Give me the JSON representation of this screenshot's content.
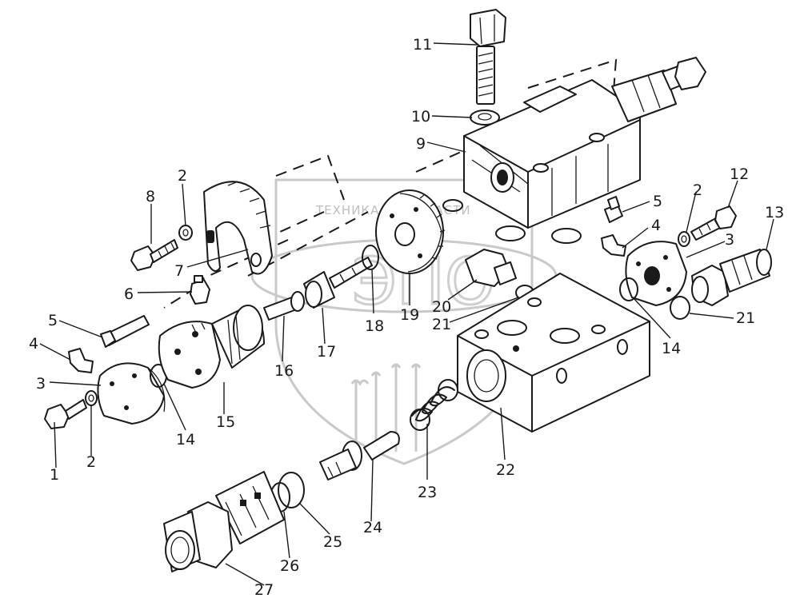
{
  "watermark": {
    "text": "ТЕХНИКА И ЗАПЧАСТИ",
    "logo": "ЭПО"
  },
  "labels": [
    {
      "id": "l1",
      "text": "1"
    },
    {
      "id": "l2a",
      "text": "2"
    },
    {
      "id": "l2b",
      "text": "2"
    },
    {
      "id": "l2c",
      "text": "2"
    },
    {
      "id": "l3a",
      "text": "3"
    },
    {
      "id": "l3b",
      "text": "3"
    },
    {
      "id": "l4a",
      "text": "4"
    },
    {
      "id": "l4b",
      "text": "4"
    },
    {
      "id": "l5a",
      "text": "5"
    },
    {
      "id": "l5b",
      "text": "5"
    },
    {
      "id": "l6",
      "text": "6"
    },
    {
      "id": "l7",
      "text": "7"
    },
    {
      "id": "l8",
      "text": "8"
    },
    {
      "id": "l9",
      "text": "9"
    },
    {
      "id": "l10",
      "text": "10"
    },
    {
      "id": "l11",
      "text": "11"
    },
    {
      "id": "l12",
      "text": "12"
    },
    {
      "id": "l13",
      "text": "13"
    },
    {
      "id": "l14a",
      "text": "14"
    },
    {
      "id": "l14b",
      "text": "14"
    },
    {
      "id": "l15",
      "text": "15"
    },
    {
      "id": "l16",
      "text": "16"
    },
    {
      "id": "l17",
      "text": "17"
    },
    {
      "id": "l18",
      "text": "18"
    },
    {
      "id": "l19",
      "text": "19"
    },
    {
      "id": "l20",
      "text": "20"
    },
    {
      "id": "l21a",
      "text": "21"
    },
    {
      "id": "l21b",
      "text": "21"
    },
    {
      "id": "l22",
      "text": "22"
    },
    {
      "id": "l23",
      "text": "23"
    },
    {
      "id": "l24",
      "text": "24"
    },
    {
      "id": "l25",
      "text": "25"
    },
    {
      "id": "l26",
      "text": "26"
    },
    {
      "id": "l27",
      "text": "27"
    }
  ]
}
